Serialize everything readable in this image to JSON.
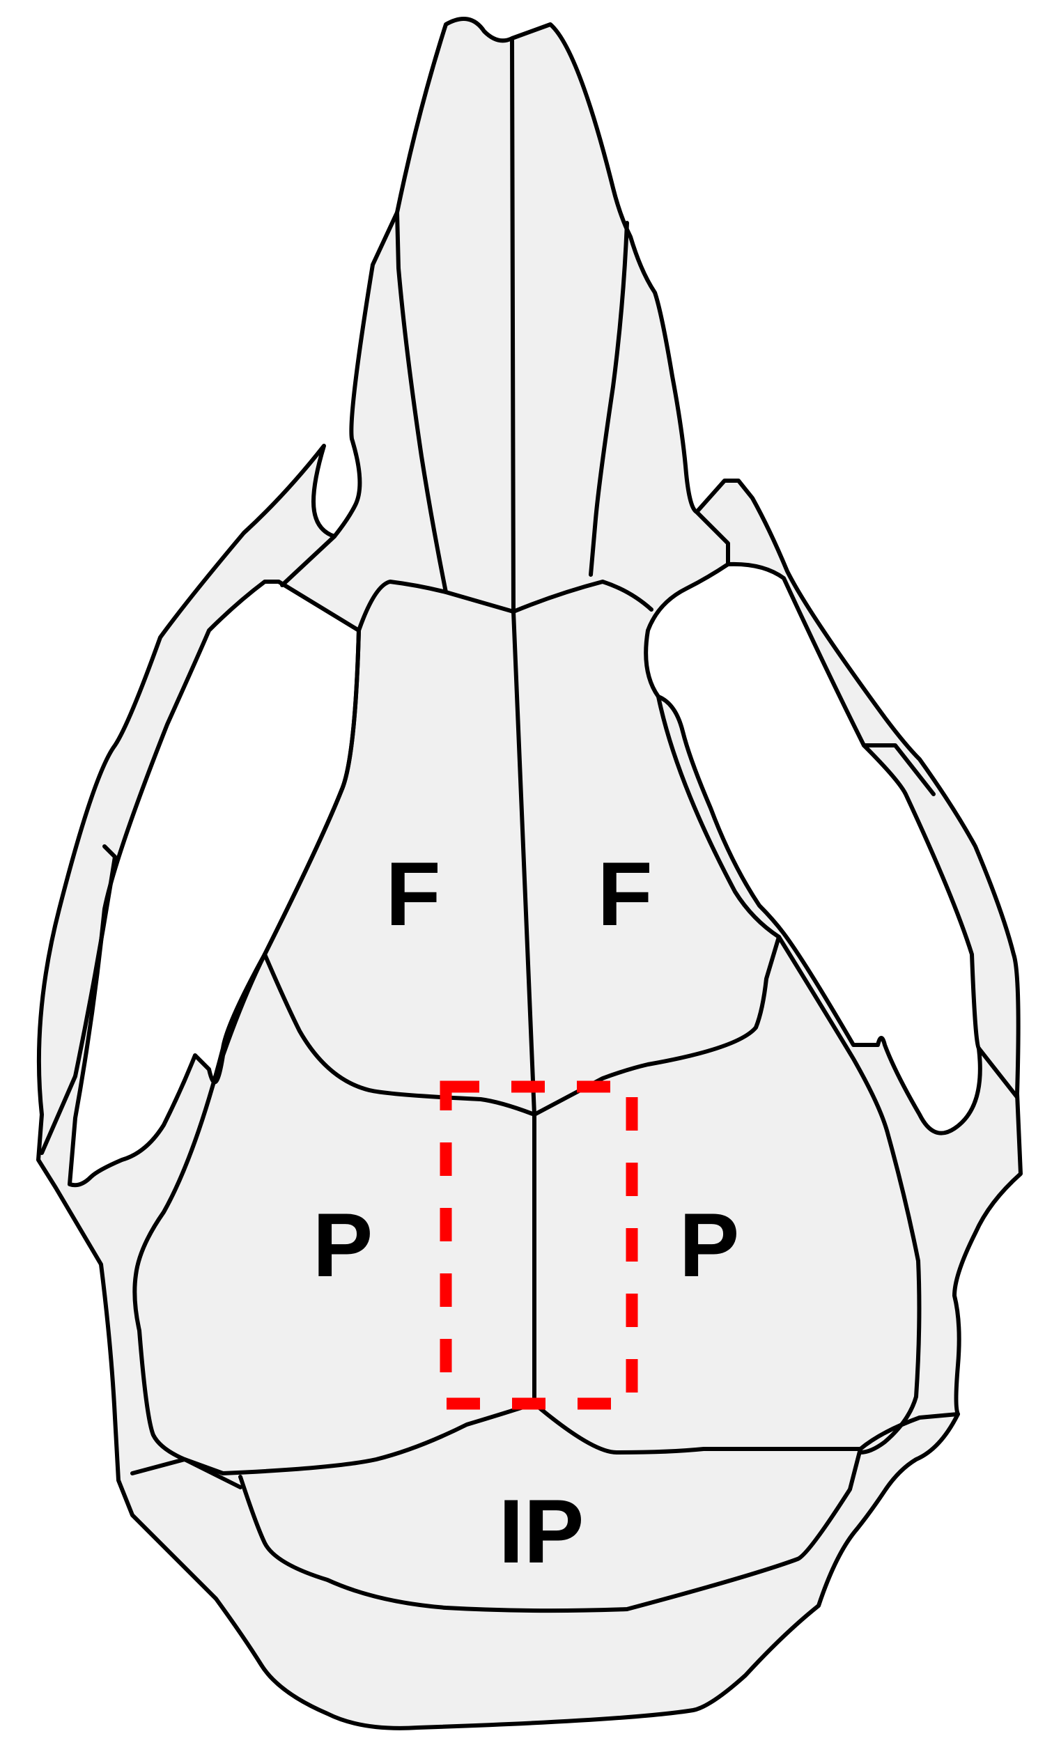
{
  "labels": {
    "frontal_left": "F",
    "frontal_right": "F",
    "parietal_left": "P",
    "parietal_right": "P",
    "interparietal": "IP"
  },
  "colors": {
    "bone_fill": "#f0f0f0",
    "outline": "#000000",
    "highlight": "#ff0000"
  }
}
